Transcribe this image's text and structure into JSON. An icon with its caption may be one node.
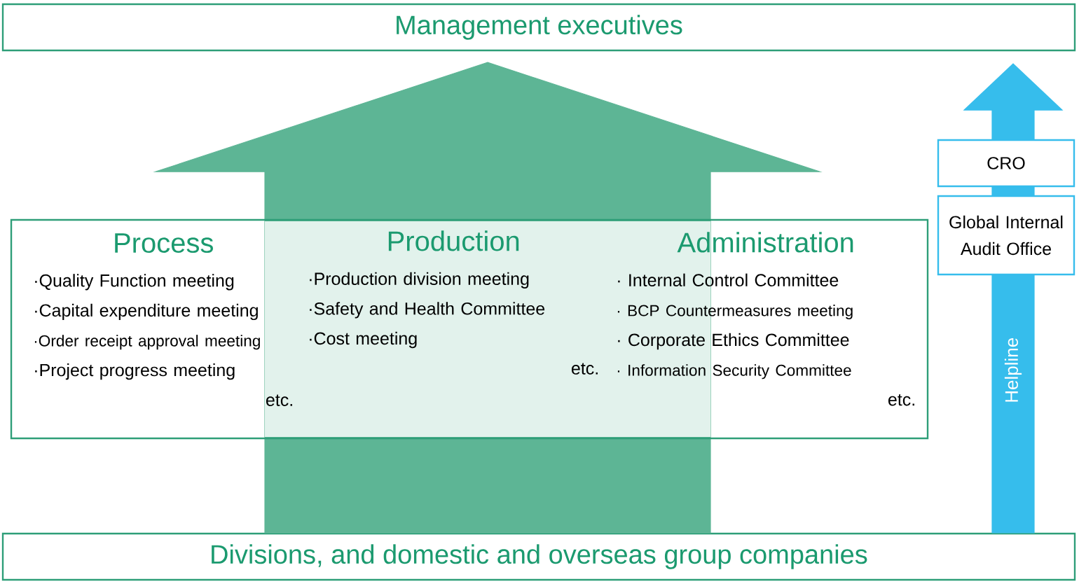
{
  "diagram": {
    "nodes": [
      {
        "text": [
          "Management executives"
        ]
      },
      {
        "text": [],
        "shape": "box"
      },
      {
        "text": [
          "Process",
          "·Quality Function meeting",
          "·Capital expenditure meeting",
          "·Order receipt approval meeting",
          "·Project progress meeting",
          "etc."
        ],
        "in": 1
      },
      {
        "text": [
          "Production",
          "·Production division meeting",
          "·Safety and Health Committee",
          "·Cost meeting",
          "etc."
        ],
        "in": 1
      },
      {
        "text": [
          "Administration",
          "· Internal Control Committee",
          "· BCP Countermeasures meeting",
          "· Corporate Ethics Committee",
          "· Information Security Committee",
          "etc."
        ],
        "in": 1
      },
      {
        "text": [
          "CRO"
        ]
      },
      {
        "text": [
          "Global Internal Audit Office"
        ]
      },
      {
        "text": [
          "Divisions, and domestic and overseas group companies"
        ]
      }
    ],
    "edges": [
      {
        "from": 7,
        "to": 0,
        "arrow": "to",
        "style": "thick",
        "color": "#5db595"
      },
      {
        "from": 7,
        "to": 0,
        "arrow": "to",
        "style": "thick",
        "color": "#36bdec",
        "label": "Helpline"
      }
    ]
  }
}
